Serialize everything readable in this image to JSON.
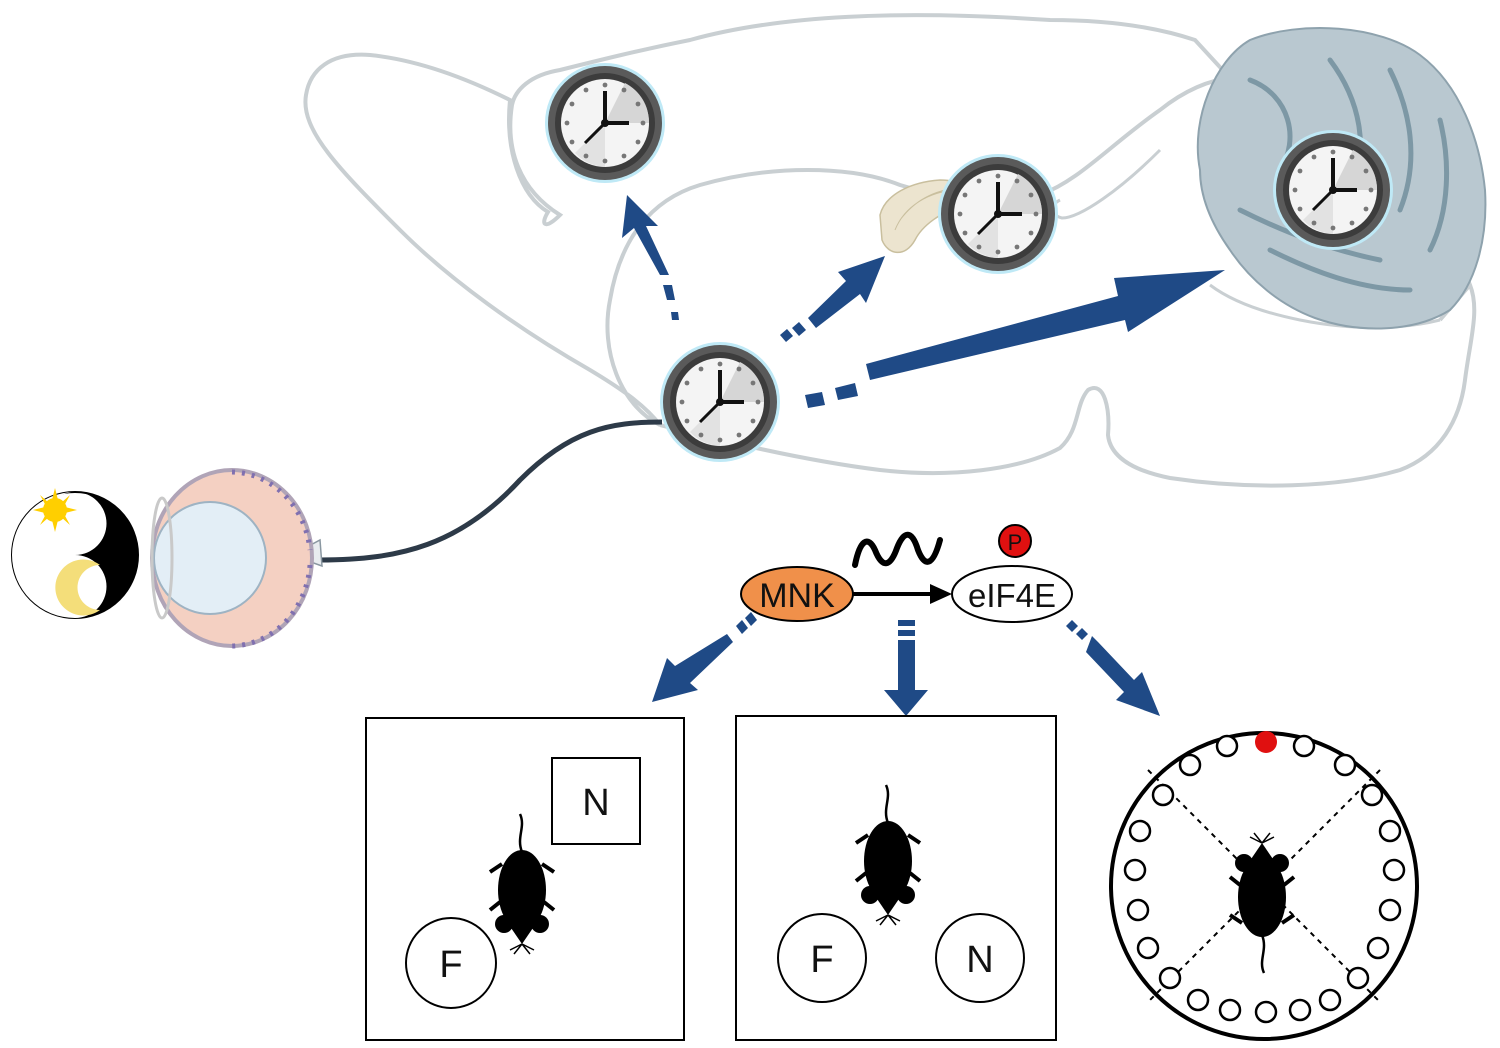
{
  "pathway": {
    "kinase": "MNK",
    "substrate": "eIF4E",
    "phospho": "P"
  },
  "tests": {
    "location": {
      "food": "F",
      "novel": "N"
    },
    "object": {
      "food": "F",
      "novel": "N"
    }
  },
  "colors": {
    "arrow": "#1f4a86",
    "mnk_fill": "#f0904a",
    "phospho_fill": "#e01010",
    "brain_outline": "#c9cfd2",
    "cerebellum_fill": "#b9c8d0",
    "clock_ring": "#9fdcef"
  }
}
